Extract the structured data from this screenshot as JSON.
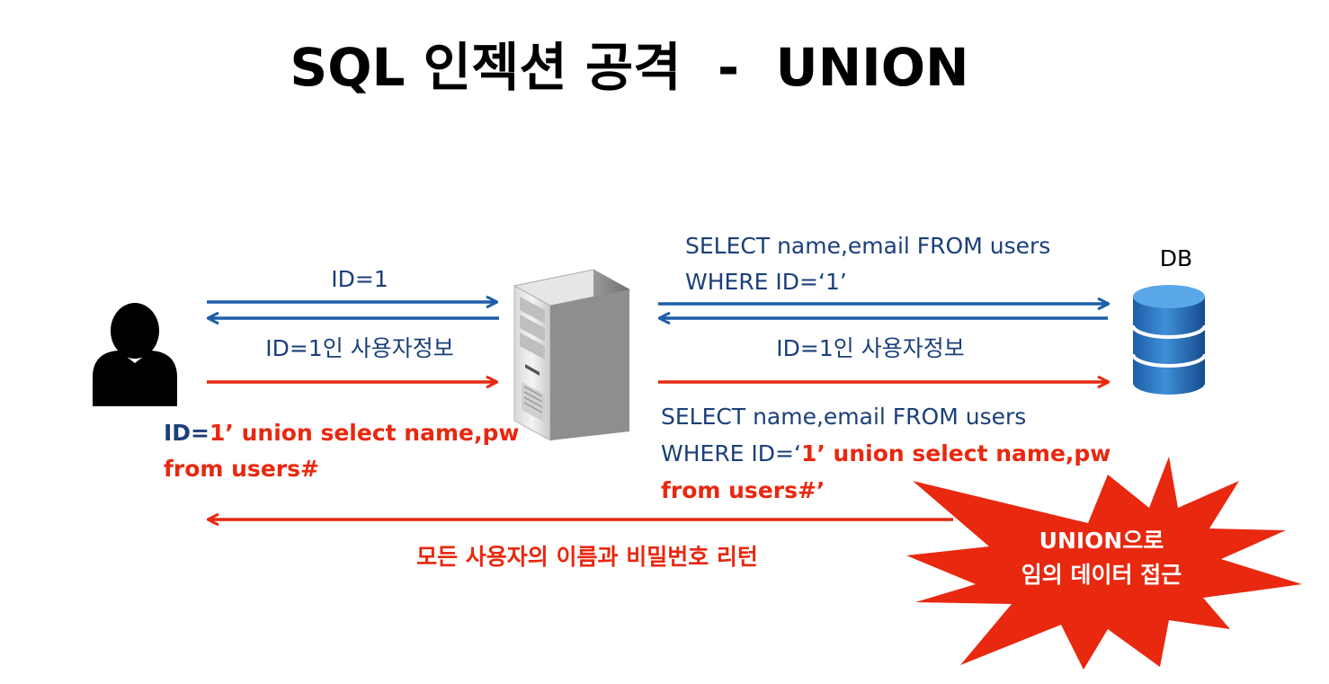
{
  "title": "SQL 인젝션 공격  -  UNION",
  "db_label": "DB",
  "normal_flow": {
    "request": "ID=1",
    "response": "ID=1인 사용자정보",
    "query_line1": "SELECT name,email FROM users",
    "query_line2_prefix": "WHERE ID=‘",
    "query_line2_value": "1",
    "query_line2_suffix": "’",
    "db_response": "ID=1인 사용자정보"
  },
  "attack_flow": {
    "input_prefix": "ID=",
    "input_line1_rest": "1’ union select name,pw",
    "input_line2": "from users#",
    "query_line1": "SELECT name,email FROM users",
    "query_line2_prefix": "WHERE ID=‘",
    "query_line2_rest": "1’ union select name,pw",
    "query_line3": "from users#’",
    "result": "모든 사용자의 이름과 비밀번호 리턴"
  },
  "callout": {
    "line1": "UNION으로",
    "line2": "임의 데이터 접근"
  },
  "colors": {
    "blue": "#1b5ea8",
    "red": "#e8280f",
    "text_blue": "#1b3f7a"
  },
  "icons": {
    "user": "user-icon",
    "server": "server-icon",
    "database": "database-icon",
    "burst": "starburst-callout"
  }
}
